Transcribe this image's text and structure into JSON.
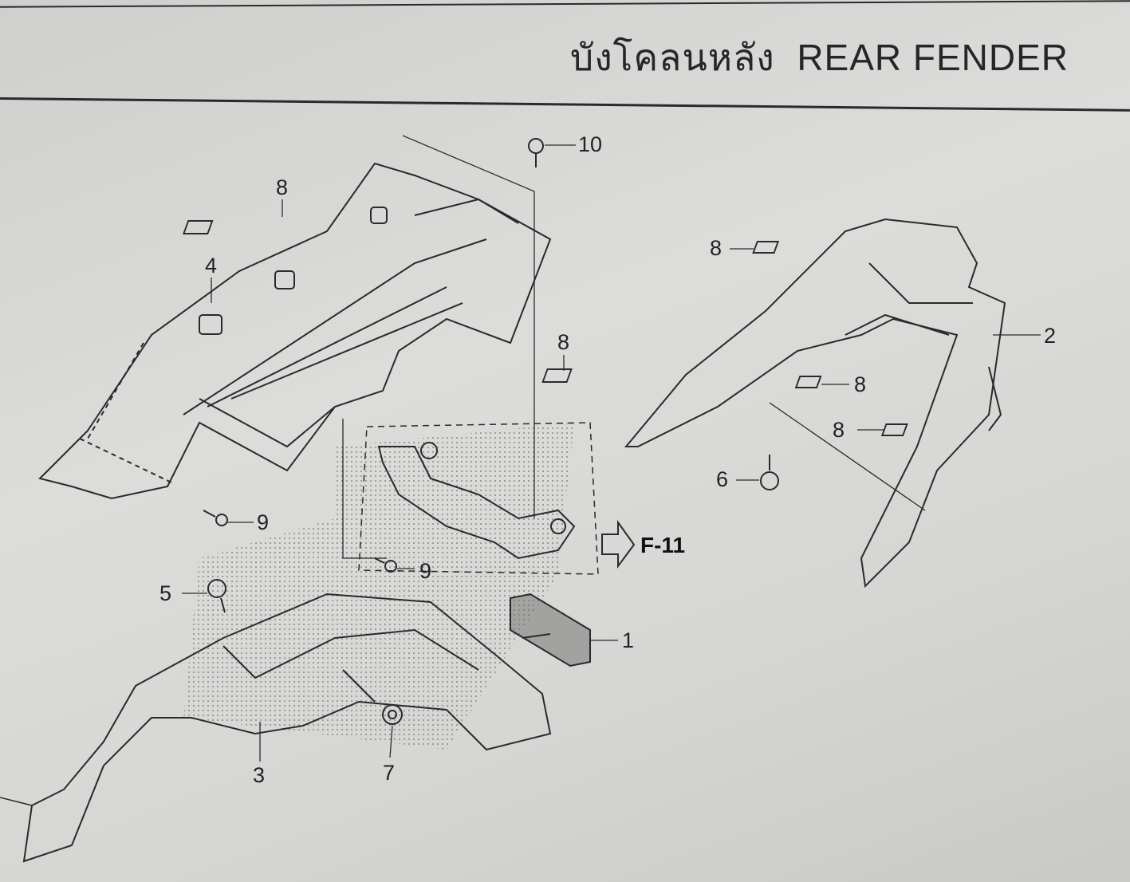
{
  "header": {
    "title_thai": "บังโคลนหลัง",
    "title_en": "REAR FENDER"
  },
  "callouts": {
    "c10": "10",
    "c8a": "8",
    "c4": "4",
    "c8b": "8",
    "c8c": "8",
    "c2": "2",
    "c8d": "8",
    "c8e": "8",
    "c6": "6",
    "c9a": "9",
    "c9b": "9",
    "c5": "5",
    "c1": "1",
    "c3": "3",
    "c7": "7"
  },
  "reference": {
    "label": "F-11",
    "icon": "arrow-right-outline-icon"
  }
}
